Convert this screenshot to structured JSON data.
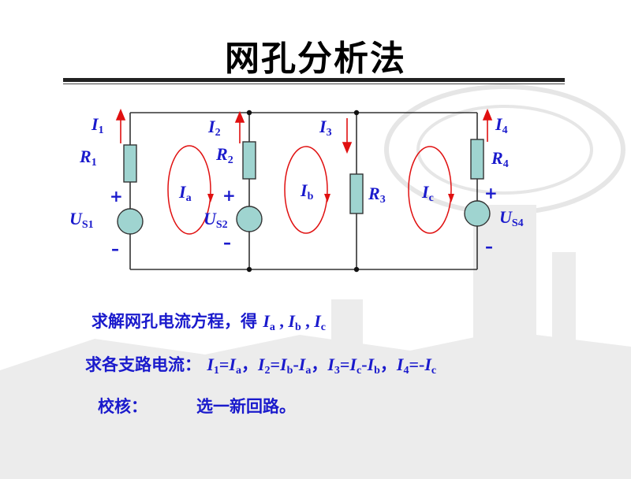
{
  "title": "网孔分析法",
  "labels": {
    "I1": {
      "main": "I",
      "sub": "1"
    },
    "I2": {
      "main": "I",
      "sub": "2"
    },
    "I3": {
      "main": "I",
      "sub": "3"
    },
    "I4": {
      "main": "I",
      "sub": "4"
    },
    "R1": {
      "main": "R",
      "sub": "1"
    },
    "R2": {
      "main": "R",
      "sub": "2"
    },
    "R3": {
      "main": "R",
      "sub": "3"
    },
    "R4": {
      "main": "R",
      "sub": "4"
    },
    "Ia": {
      "main": "I",
      "sub": "a"
    },
    "Ib": {
      "main": "I",
      "sub": "b"
    },
    "Ic": {
      "main": "I",
      "sub": "c"
    },
    "US1": {
      "main": "U",
      "sub": "S1"
    },
    "US2": {
      "main": "U",
      "sub": "S2"
    },
    "US4": {
      "main": "U",
      "sub": "S4"
    },
    "plus": "+",
    "minus": "–"
  },
  "text": {
    "line1_prefix": "求解网孔电流方程，得",
    "line2_prefix": "求各支路电流：",
    "line3_prefix": "校核：",
    "line3_content": "选一新回路。",
    "I": "I",
    "a": "a",
    "b": "b",
    "c": "c",
    "n1": "1",
    "n2": "2",
    "n3": "3",
    "n4": "4",
    "comma": " , ",
    "sep": "，",
    "eq": "=",
    "eq_neg": "=-",
    "minus": "-"
  },
  "colors": {
    "wire": "#333333",
    "component_fill": "#9fd4d0",
    "label_blue": "#1a1acc",
    "current_red": "#e01010"
  }
}
